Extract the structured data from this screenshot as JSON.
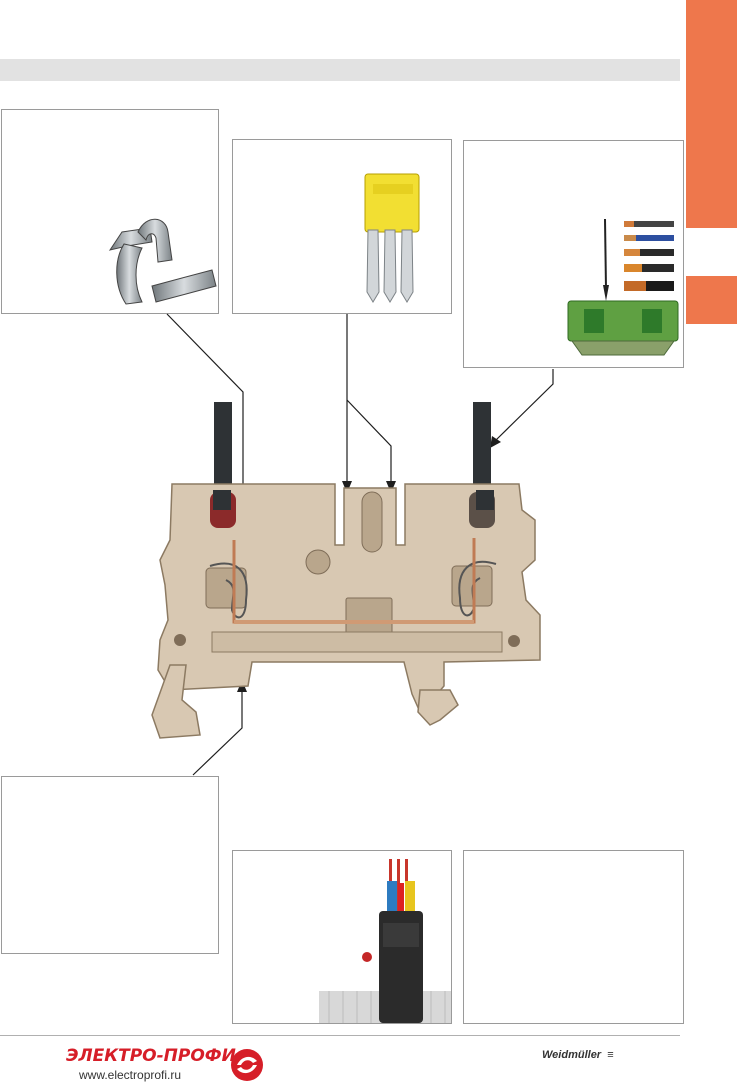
{
  "page": {
    "accent_color": "#ee774c",
    "band_color": "#e2e2e2"
  },
  "footer": {
    "brand_name": "ЭЛЕКТРО-ПРОФИ",
    "brand_url": "www.electroprofi.ru",
    "vendor": "Weidmüller",
    "logo_icon": "electro-profi-logo",
    "brand_color": "#d61e28"
  },
  "figures": {
    "clip": "clamp-spring-image",
    "bridge": "cross-connector-image",
    "wire": "wire-and-ferrules-image",
    "terminal": "terminal-block-cross-section",
    "test": "test-plug-image"
  }
}
